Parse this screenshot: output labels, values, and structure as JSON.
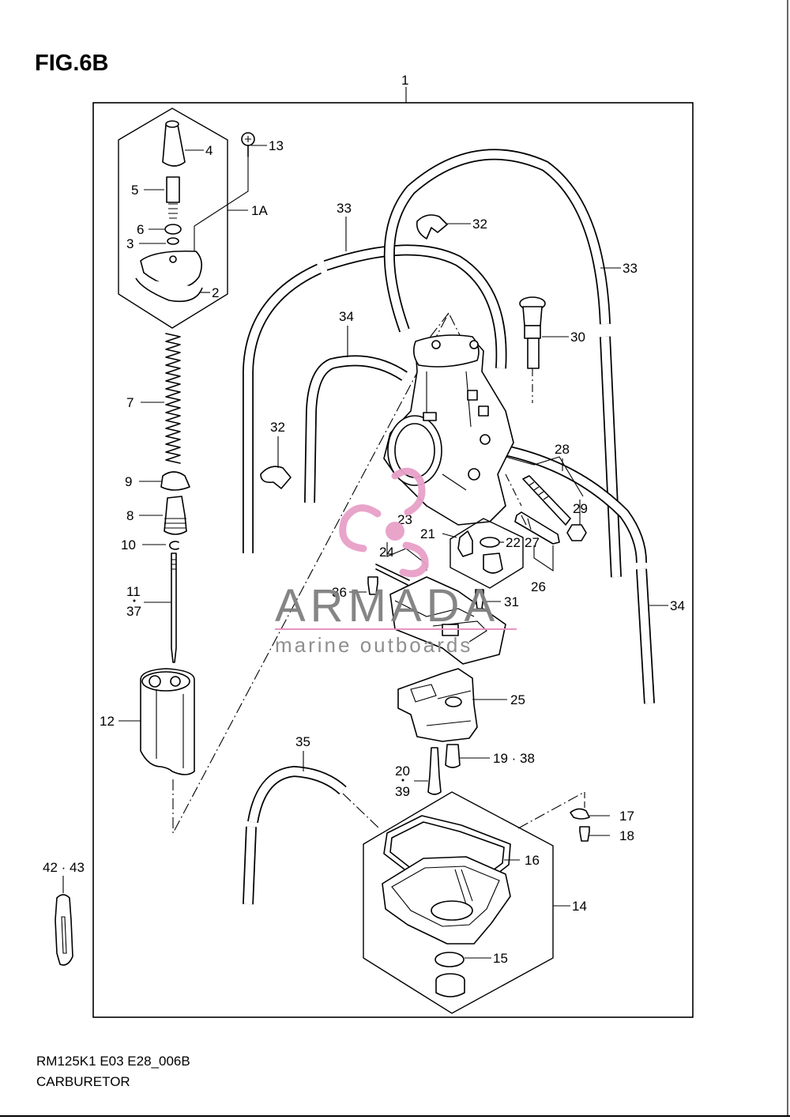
{
  "figure": {
    "title": "FIG.6B",
    "model_code": "RM125K1 E03 E28_006B",
    "assembly_name": "CARBURETOR"
  },
  "watermark": {
    "brand": "ARMADA",
    "tagline": "marine outboards",
    "colors": {
      "logo": "#e8a0c8",
      "text": "#7f7f7f",
      "rule": "#e68fbf"
    }
  },
  "labels": [
    {
      "id": "p1",
      "text": "1"
    },
    {
      "id": "p4",
      "text": "4"
    },
    {
      "id": "p13",
      "text": "13"
    },
    {
      "id": "p5",
      "text": "5"
    },
    {
      "id": "p1a",
      "text": "1A"
    },
    {
      "id": "p6",
      "text": "6"
    },
    {
      "id": "p3",
      "text": "3"
    },
    {
      "id": "p2",
      "text": "2"
    },
    {
      "id": "p7",
      "text": "7"
    },
    {
      "id": "p9",
      "text": "9"
    },
    {
      "id": "p8",
      "text": "8"
    },
    {
      "id": "p10",
      "text": "10"
    },
    {
      "id": "p11",
      "text": "11"
    },
    {
      "id": "p37",
      "text": "37"
    },
    {
      "id": "p12",
      "text": "12"
    },
    {
      "id": "p33a",
      "text": "33"
    },
    {
      "id": "p32a",
      "text": "32"
    },
    {
      "id": "p33b",
      "text": "33"
    },
    {
      "id": "p34a",
      "text": "34"
    },
    {
      "id": "p30",
      "text": "30"
    },
    {
      "id": "p32b",
      "text": "32"
    },
    {
      "id": "p28",
      "text": "28"
    },
    {
      "id": "p23",
      "text": "23"
    },
    {
      "id": "p21",
      "text": "21"
    },
    {
      "id": "p22",
      "text": "22"
    },
    {
      "id": "p27",
      "text": "27"
    },
    {
      "id": "p29",
      "text": "29"
    },
    {
      "id": "p24",
      "text": "24"
    },
    {
      "id": "p26",
      "text": "26"
    },
    {
      "id": "p36",
      "text": "36"
    },
    {
      "id": "p31",
      "text": "31"
    },
    {
      "id": "p34b",
      "text": "34"
    },
    {
      "id": "p25",
      "text": "25"
    },
    {
      "id": "p35",
      "text": "35"
    },
    {
      "id": "p19_38",
      "text": "19 · 38"
    },
    {
      "id": "p20",
      "text": "20"
    },
    {
      "id": "p39",
      "text": "39"
    },
    {
      "id": "p17",
      "text": "17"
    },
    {
      "id": "p18",
      "text": "18"
    },
    {
      "id": "p42_43",
      "text": "42 · 43"
    },
    {
      "id": "p16",
      "text": "16"
    },
    {
      "id": "p14",
      "text": "14"
    },
    {
      "id": "p15",
      "text": "15"
    }
  ]
}
